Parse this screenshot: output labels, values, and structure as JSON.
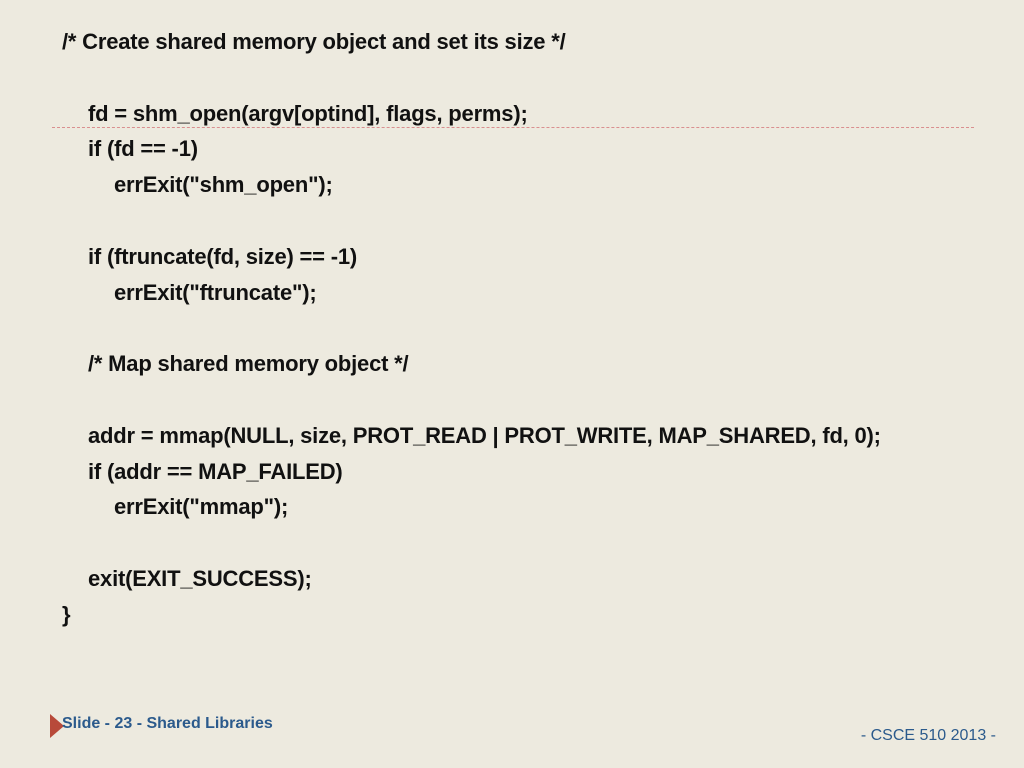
{
  "code": {
    "lines": [
      {
        "indent": 0,
        "text": "/* Create shared memory object and set its size */"
      },
      {
        "indent": 0,
        "text": ""
      },
      {
        "indent": 1,
        "text": "fd = shm_open(argv[optind], flags, perms);"
      },
      {
        "indent": 1,
        "text": "if (fd == -1)"
      },
      {
        "indent": 2,
        "text": "errExit(\"shm_open\");"
      },
      {
        "indent": 0,
        "text": ""
      },
      {
        "indent": 1,
        "text": "if (ftruncate(fd, size) == -1)"
      },
      {
        "indent": 2,
        "text": "errExit(\"ftruncate\");"
      },
      {
        "indent": 0,
        "text": ""
      },
      {
        "indent": 1,
        "text": "/* Map shared memory object */"
      },
      {
        "indent": 0,
        "text": ""
      },
      {
        "indent": 1,
        "text": "addr = mmap(NULL, size, PROT_READ | PROT_WRITE, MAP_SHARED, fd, 0);"
      },
      {
        "indent": 1,
        "text": "if (addr == MAP_FAILED)"
      },
      {
        "indent": 2,
        "text": "errExit(\"mmap\");"
      },
      {
        "indent": 0,
        "text": ""
      },
      {
        "indent": 1,
        "text": "exit(EXIT_SUCCESS);"
      },
      {
        "indent": 0,
        "text": "}"
      }
    ]
  },
  "footer": {
    "left_label": "Slide - 23 - Shared Libraries",
    "right_label": "- CSCE 510 2013 -",
    "marker_icon": "triangle-right-icon"
  },
  "colors": {
    "background": "#edeadf",
    "code_text": "#111111",
    "footer_text": "#2b5a8c",
    "marker": "#b84a3a",
    "rule": "#d98f8f"
  }
}
